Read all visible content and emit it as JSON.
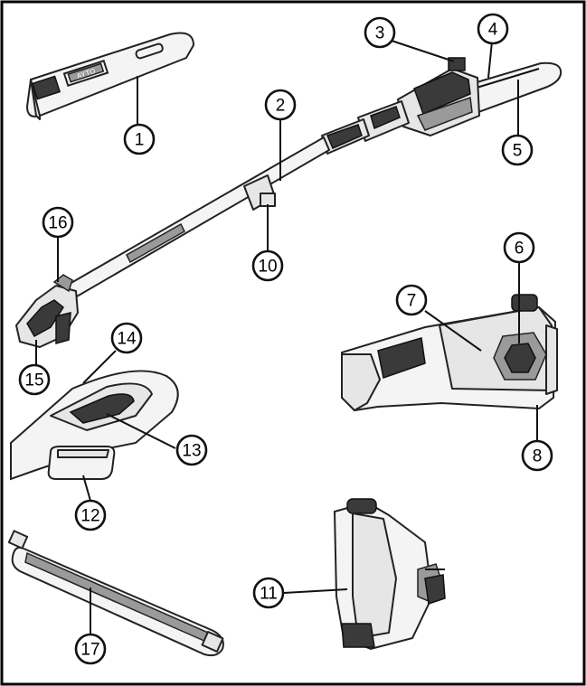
{
  "diagram": {
    "callouts": [
      {
        "id": "1",
        "label": "1"
      },
      {
        "id": "2",
        "label": "2"
      },
      {
        "id": "3",
        "label": "3"
      },
      {
        "id": "4",
        "label": "4"
      },
      {
        "id": "5",
        "label": "5"
      },
      {
        "id": "6",
        "label": "6"
      },
      {
        "id": "7",
        "label": "7"
      },
      {
        "id": "8",
        "label": "8"
      },
      {
        "id": "10",
        "label": "10"
      },
      {
        "id": "11",
        "label": "11"
      },
      {
        "id": "12",
        "label": "12"
      },
      {
        "id": "13",
        "label": "13"
      },
      {
        "id": "14",
        "label": "14"
      },
      {
        "id": "15",
        "label": "15"
      },
      {
        "id": "16",
        "label": "16"
      },
      {
        "id": "17",
        "label": "17"
      }
    ],
    "cover_logo_text": "AYTO"
  }
}
